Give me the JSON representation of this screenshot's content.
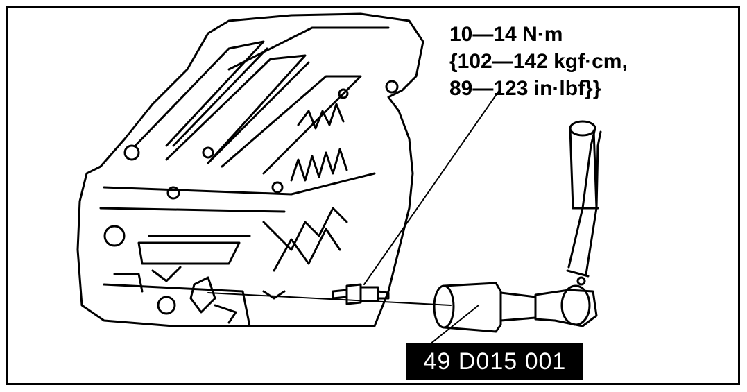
{
  "diagram": {
    "torque_spec": {
      "line1": "10—14 N·m",
      "line2": "{102—142 kgf·cm,",
      "line3": "89—123 in·lbf}}"
    },
    "tool_label": "49 D015 001"
  }
}
